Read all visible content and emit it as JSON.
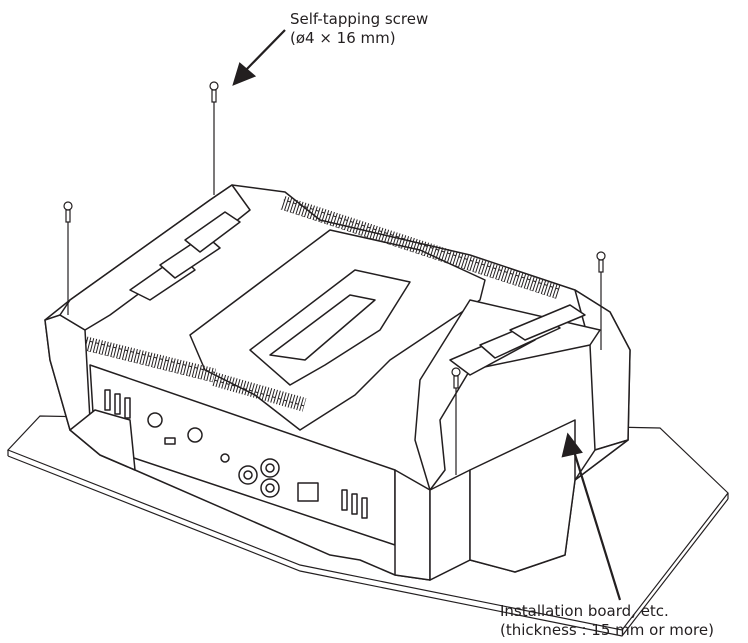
{
  "callouts": {
    "screw": {
      "line1": "Self-tapping screw",
      "line2": "(ø4 × 16 mm)"
    },
    "board": {
      "line1": "Installation board, etc.",
      "line2": "(thickness : 15 mm or more)"
    }
  },
  "colors": {
    "line": "#231f20",
    "fill": "#ffffff"
  }
}
